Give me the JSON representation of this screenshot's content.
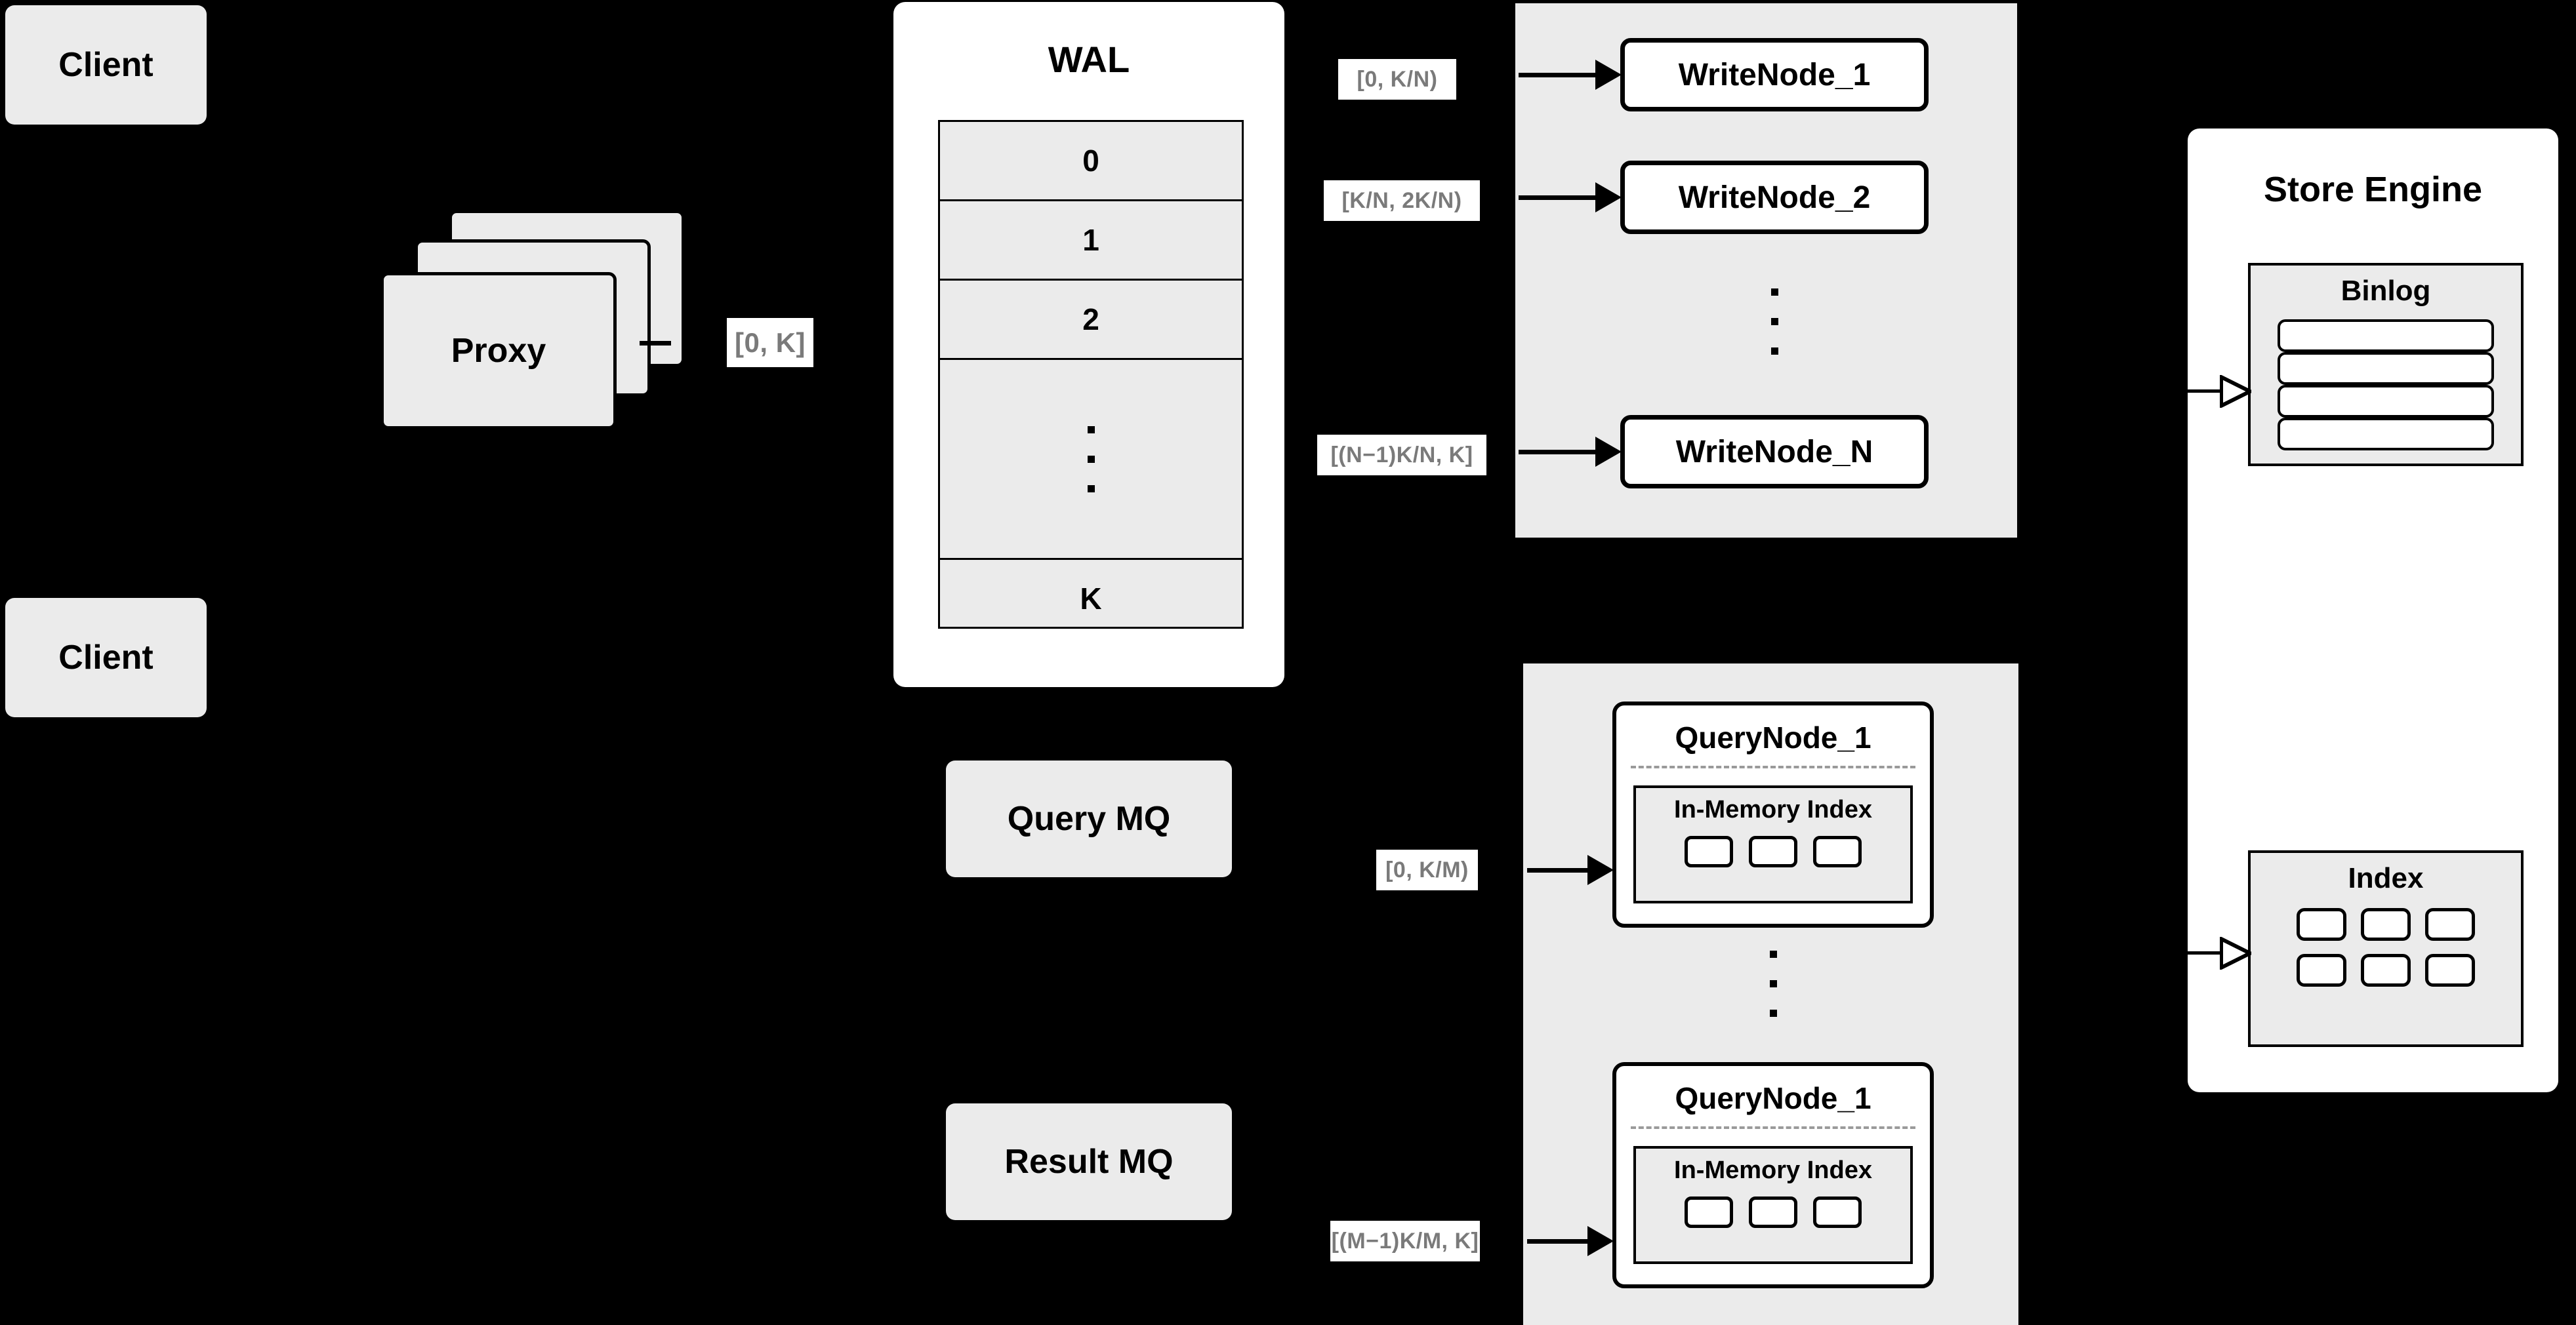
{
  "diagram": {
    "background": "#000000",
    "accent_gray": "#ebebeb",
    "label_text_color": "#7a7a7a"
  },
  "clients": [
    {
      "label": "Client"
    },
    {
      "label": "Client"
    }
  ],
  "proxy": {
    "label": "Proxy",
    "stack_count": 3
  },
  "wal": {
    "title": "WAL",
    "rows": [
      "0",
      "1",
      "2",
      "",
      "K"
    ],
    "ellipsis_row_index": 3,
    "ellipsis_dots": 3
  },
  "write_cluster": {
    "nodes": [
      {
        "label": "WriteNode_1",
        "range": "[0,  K/N)"
      },
      {
        "label": "WriteNode_2",
        "range": "[K/N, 2K/N)"
      },
      {
        "label": "WriteNode_N",
        "range": "[(N−1)K/N,  K]"
      }
    ],
    "ellipsis_dots": 3
  },
  "mq": {
    "query": "Query MQ",
    "result": "Result MQ"
  },
  "query_cluster": {
    "nodes": [
      {
        "label": "QueryNode_1",
        "range": "[0, K/M)",
        "inner": {
          "title": "In-Memory Index",
          "cells": 3
        }
      },
      {
        "label": "QueryNode_1",
        "range": "[(M−1)K/M, K]",
        "inner": {
          "title": "In-Memory Index",
          "cells": 3
        }
      }
    ],
    "ellipsis_dots": 3
  },
  "store_engine": {
    "title": "Store Engine",
    "binlog": {
      "title": "Binlog",
      "rows": 4
    },
    "index": {
      "title": "Index",
      "cells": 6,
      "columns": 3
    }
  },
  "proxy_range": {
    "label": "[0, K]"
  }
}
